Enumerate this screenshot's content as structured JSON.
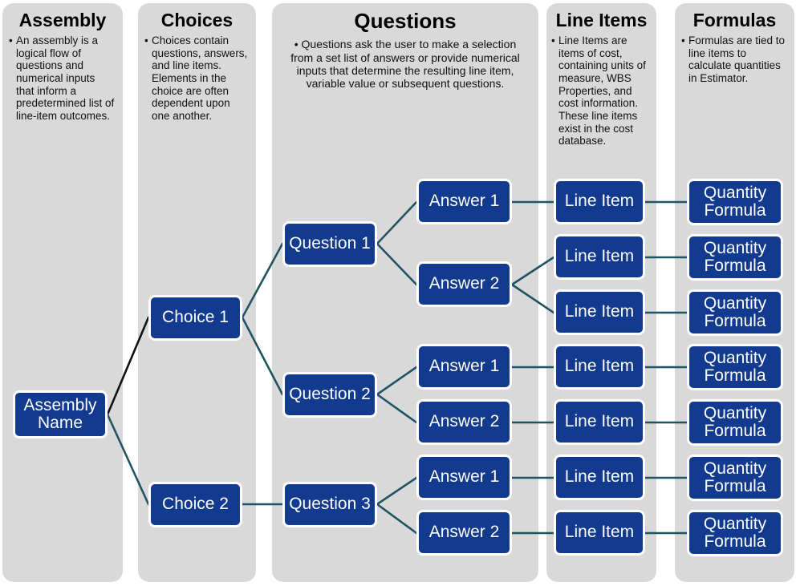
{
  "columns": [
    {
      "id": "assembly",
      "title": "Assembly",
      "body": [
        "An assembly is a logical flow of questions and numerical inputs that inform a predetermined list of line-item outcomes."
      ]
    },
    {
      "id": "choices",
      "title": "Choices",
      "body": [
        "Choices contain questions, answers, and line items. Elements in the choice are often dependent upon one another."
      ]
    },
    {
      "id": "questions",
      "title": "Questions",
      "body": [
        "• Questions ask the user to make a selection from a set list of answers or provide numerical inputs that determine the resulting line item, variable value or subsequent questions."
      ]
    },
    {
      "id": "lineitems",
      "title": "Line Items",
      "body": [
        "Line Items are items of cost, containing units of measure, WBS Properties, and cost information. These line items exist in the cost database."
      ]
    },
    {
      "id": "formulas",
      "title": "Formulas",
      "body": [
        "Formulas are tied to line items to calculate quantities in Estimator."
      ]
    }
  ],
  "nodes": {
    "assembly_name": "Assembly\nName",
    "choices": [
      "Choice 1",
      "Choice 2"
    ],
    "questions": [
      "Question 1",
      "Question 2",
      "Question 3"
    ],
    "answers": [
      "Answer 1",
      "Answer 2",
      "Answer 1",
      "Answer 2",
      "Answer 1",
      "Answer 2"
    ],
    "line_items": [
      "Line Item",
      "Line Item",
      "Line Item",
      "Line Item",
      "Line Item",
      "Line Item",
      "Line Item"
    ],
    "formulas": [
      "Quantity\nFormula",
      "Quantity\nFormula",
      "Quantity\nFormula",
      "Quantity\nFormula",
      "Quantity\nFormula",
      "Quantity\nFormula",
      "Quantity\nFormula"
    ]
  },
  "colors": {
    "node_fill": "#123a8f",
    "node_border": "#ffffff",
    "panel_bg": "#d9d9d9",
    "connector": "#1f5562",
    "connector_dark": "#111111",
    "page_bg": "#ffffff",
    "text_dark": "#111111",
    "text_light": "#ffffff"
  }
}
